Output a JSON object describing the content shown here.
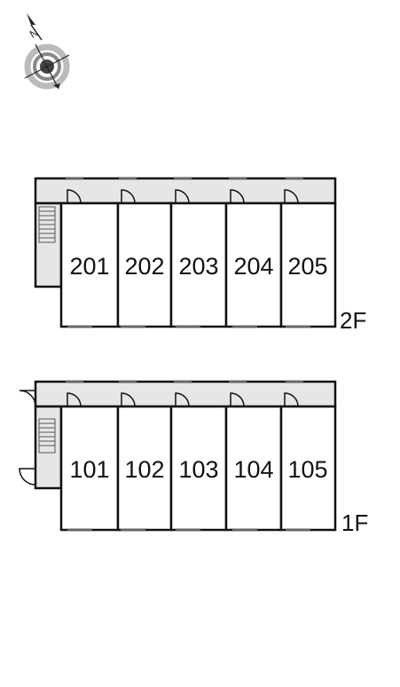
{
  "compass": {
    "north_label": "N",
    "icon": "compass-icon"
  },
  "floors": [
    {
      "label": "2F",
      "rooms": [
        "201",
        "202",
        "203",
        "204",
        "205"
      ]
    },
    {
      "label": "1F",
      "rooms": [
        "101",
        "102",
        "103",
        "104",
        "105"
      ]
    }
  ],
  "colors": {
    "wall": "#111111",
    "corridor": "#e6e6e6",
    "room": "#ffffff"
  }
}
